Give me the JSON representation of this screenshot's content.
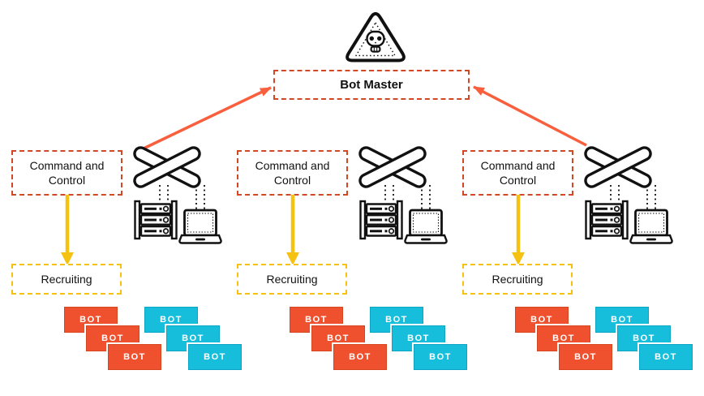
{
  "diagram": {
    "bot_master_label": "Bot Master",
    "threat_icon": "skull-warning-triangle-icon",
    "clusters": [
      {
        "command_control_label": "Command and Control",
        "recruiting_label": "Recruiting",
        "bots": [
          "BOT",
          "BOT",
          "BOT",
          "BOT",
          "BOT",
          "BOT"
        ]
      },
      {
        "command_control_label": "Command and Control",
        "recruiting_label": "Recruiting",
        "bots": [
          "BOT",
          "BOT",
          "BOT",
          "BOT",
          "BOT",
          "BOT"
        ]
      },
      {
        "command_control_label": "Command and Control",
        "recruiting_label": "Recruiting",
        "bots": [
          "BOT",
          "BOT",
          "BOT",
          "BOT",
          "BOT",
          "BOT"
        ]
      }
    ],
    "icons": {
      "threat": "skull-warning-triangle-icon",
      "switch": "network-switch-x-icon",
      "servers": "server-rack-icon",
      "laptop": "laptop-icon"
    },
    "colors": {
      "control_border": "#D24726",
      "arrow_orange": "#F95F3D",
      "recruit_yellow": "#F5C211",
      "bot_orange": "#EF512E",
      "bot_cyan": "#16BEDC",
      "ink": "#111111"
    }
  }
}
